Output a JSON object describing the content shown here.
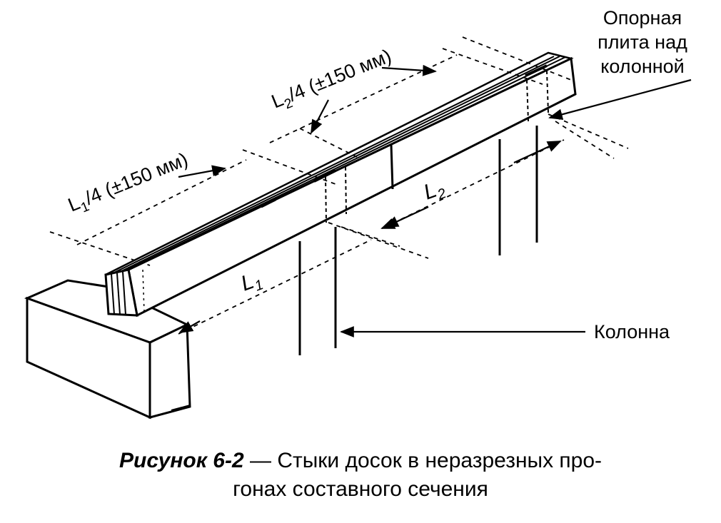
{
  "labels": {
    "support_plate_line1": "Опорная",
    "support_plate_line2": "плита над",
    "support_plate_line3": "колонной",
    "column": "Колонна",
    "l1_quarter_main": "L",
    "l1_quarter_sub": "1",
    "l1_quarter_rest": "/4 (±150 мм)",
    "l2_quarter_main": "L",
    "l2_quarter_sub": "2",
    "l2_quarter_rest": "/4 (±150 мм)",
    "span1_main": "L",
    "span1_sub": "1",
    "span2_main": "L",
    "span2_sub": "2"
  },
  "caption": {
    "figure_number": "Рисунок 6-2",
    "dash": " — ",
    "line1_text": "Стыки досок в неразрезных про-",
    "line2_text": "гонах составного сечения"
  }
}
